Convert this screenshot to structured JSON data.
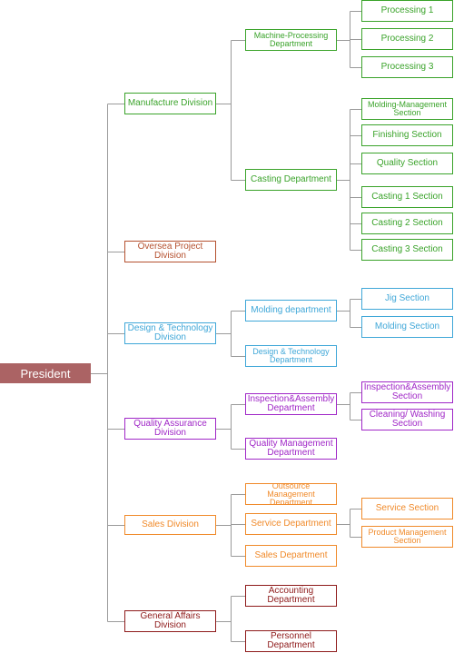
{
  "president": {
    "label": "President",
    "color": "#ab6364"
  },
  "colors": {
    "line": "#9a9a9a",
    "green": "#3aa32a",
    "rust": "#b5512f",
    "blue": "#3fa7d8",
    "purple": "#a027c7",
    "orange": "#f08a2a",
    "maroon": "#8e1a1a"
  },
  "divisions": [
    {
      "label": "Manufacture Division",
      "color": "#3aa32a"
    },
    {
      "label": "Oversea Project Division",
      "color": "#b5512f"
    },
    {
      "label": "Design & Technology Division",
      "color": "#3fa7d8"
    },
    {
      "label": "Quality Assurance Division",
      "color": "#a027c7"
    },
    {
      "label": "Sales Division",
      "color": "#f08a2a"
    },
    {
      "label": "General Affairs Division",
      "color": "#8e1a1a"
    }
  ],
  "departments": {
    "machine_processing": "Machine-Processing Department",
    "casting": "Casting Department",
    "molding": "Molding department",
    "design_technology": "Design & Technology Department",
    "inspection_assembly": "Inspection&Assembly Department",
    "quality_management": "Quality Management Department",
    "outsource_management": "Outsource Management Department",
    "service": "Service Department",
    "sales": "Sales Department",
    "accounting": "Accounting Department",
    "personnel": "Personnel Department"
  },
  "sections": {
    "processing_1": "Processing 1",
    "processing_2": "Processing 2",
    "processing_3": "Processing 3",
    "molding_management": "Molding-Management Section",
    "finishing": "Finishing Section",
    "quality": "Quality Section",
    "casting_1": "Casting 1 Section",
    "casting_2": "Casting 2 Section",
    "casting_3": "Casting 3 Section",
    "jig": "Jig Section",
    "molding": "Molding Section",
    "inspection_assembly": "Inspection&Assembly Section",
    "cleaning_washing": "Cleaning/ Washing Section",
    "service": "Service Section",
    "product_management": "Product Management Section"
  }
}
